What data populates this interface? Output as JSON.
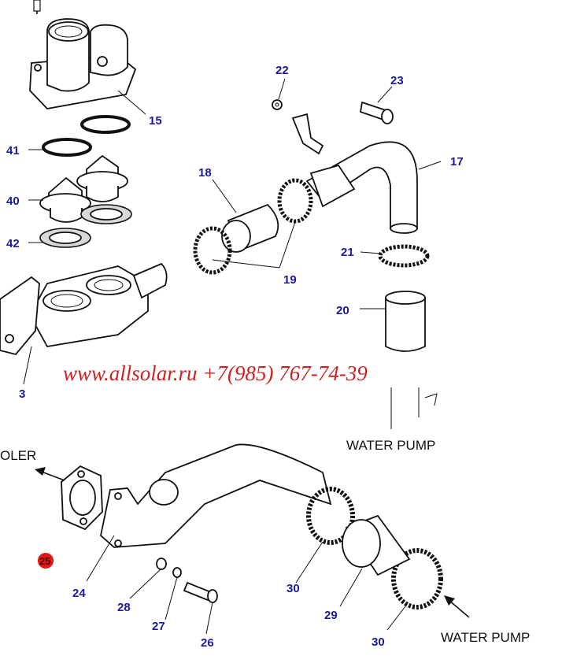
{
  "watermark": "www.allsolar.ru +7(985) 767-74-39",
  "labels": {
    "water_pump_top": "WATER PUMP",
    "water_pump_bottom": "WATER PUMP",
    "cooler_partial": "OLER"
  },
  "parts": {
    "p3": "3",
    "p15": "15",
    "p17": "17",
    "p18": "18",
    "p19": "19",
    "p20": "20",
    "p21": "21",
    "p22": "22",
    "p23": "23",
    "p24": "24",
    "p25": "25",
    "p26": "26",
    "p27": "27",
    "p28": "28",
    "p29": "29",
    "p30a": "30",
    "p30b": "30",
    "p40": "40",
    "p41": "41",
    "p42": "42"
  },
  "colors": {
    "part_number": "#1a1aa0",
    "watermark": "#d02020",
    "highlight_badge": "#e01818"
  }
}
